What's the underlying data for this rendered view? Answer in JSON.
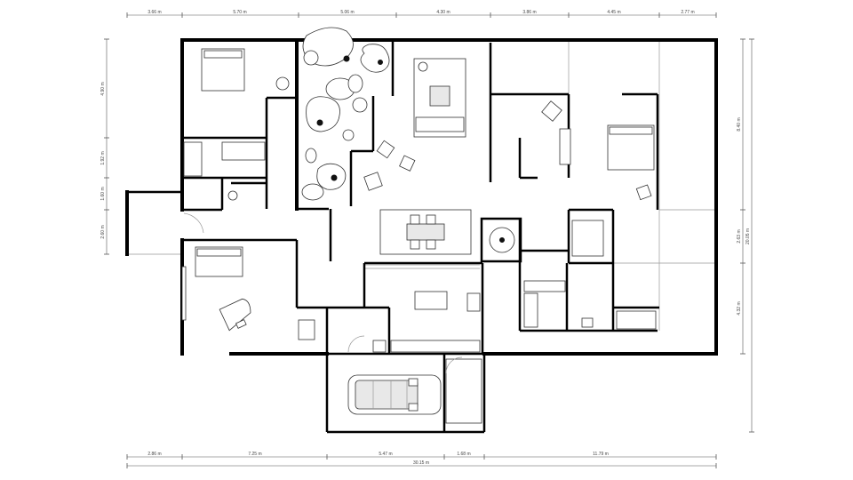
{
  "dimensions": {
    "top": [
      "3.66 m",
      "5.70 m",
      "5.06 m",
      "4.30 m",
      "3.86 m",
      "4.45 m",
      "2.77 m"
    ],
    "bottom": [
      "2.86 m",
      "7.25 m",
      "5.47 m",
      "1.68 m",
      "11.79 m"
    ],
    "bottom_total": "30.15 m",
    "left": [
      "4.90 m",
      "1.92 m",
      "1.60 m",
      "2.60 m"
    ],
    "right": [
      "8.40 m",
      "2.63 m",
      "4.32 m"
    ],
    "right_total": "20.05 m"
  }
}
